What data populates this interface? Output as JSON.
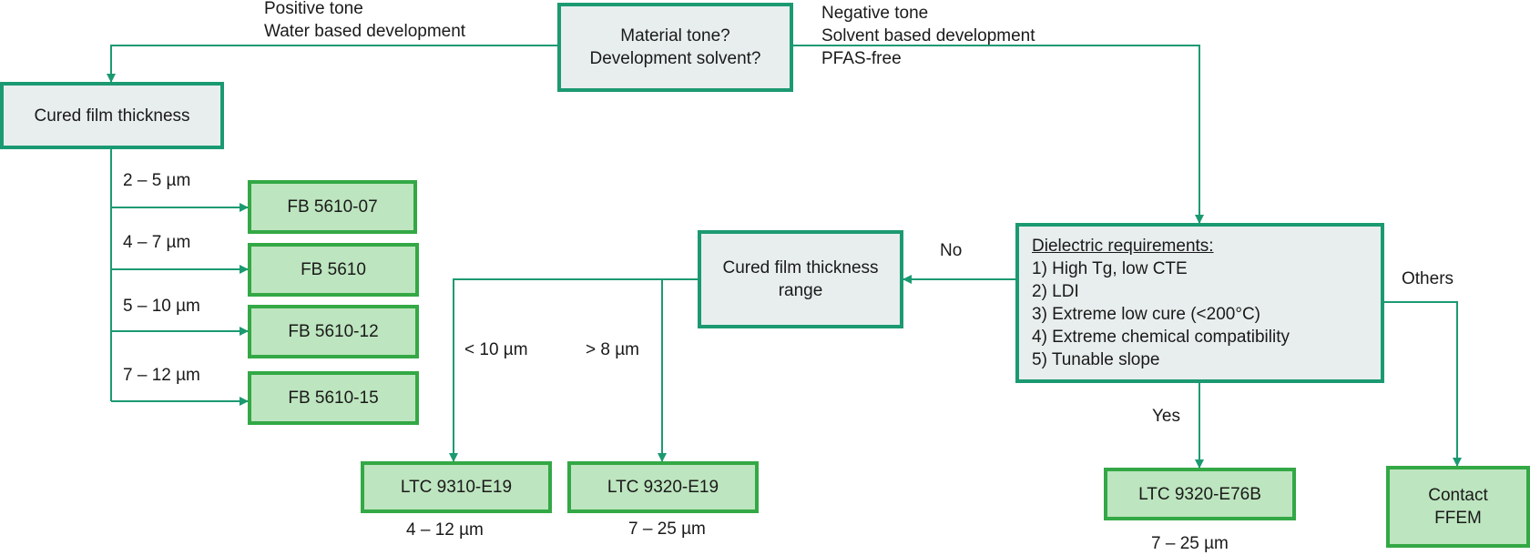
{
  "colors": {
    "connector": "#1b9a72",
    "decision_border": "#1b9a72",
    "decision_fill": "#e8eeed",
    "product_border": "#33a845",
    "product_fill": "#bde5bf"
  },
  "top": {
    "question": [
      "Material tone?",
      "Development solvent?"
    ],
    "left_branch": [
      "Positive tone",
      "Water based development"
    ],
    "right_branch": [
      "Negative tone",
      "Solvent based development",
      "PFAS-free"
    ]
  },
  "left": {
    "thickness_box": "Cured film thickness",
    "options": [
      {
        "range": "2 – 5 µm",
        "product": "FB 5610-07"
      },
      {
        "range": "4 – 7 µm",
        "product": "FB 5610"
      },
      {
        "range": "5 – 10 µm",
        "product": "FB 5610-12"
      },
      {
        "range": "7 – 12 µm",
        "product": "FB 5610-15"
      }
    ]
  },
  "dielectric": {
    "heading": "Dielectric requirements:",
    "items": [
      "1) High Tg, low CTE",
      "2) LDI",
      "3) Extreme low cure (<200°C)",
      "4) Extreme chemical compatibility",
      "5) Tunable slope"
    ],
    "no_label": "No",
    "yes_label": "Yes",
    "others_label": "Others"
  },
  "range_box": {
    "title": [
      "Cured film thickness",
      "range"
    ],
    "branch_a": "< 10 µm",
    "branch_b": "> 8 µm"
  },
  "products": {
    "ltc9310": {
      "name": "LTC 9310-E19",
      "range": "4 – 12 µm"
    },
    "ltc9320": {
      "name": "LTC 9320-E19",
      "range": "7 – 25 µm"
    },
    "ltc9320b": {
      "name": "LTC 9320-E76B",
      "range": "7 – 25 µm"
    },
    "contact": [
      "Contact",
      "FFEM"
    ]
  }
}
